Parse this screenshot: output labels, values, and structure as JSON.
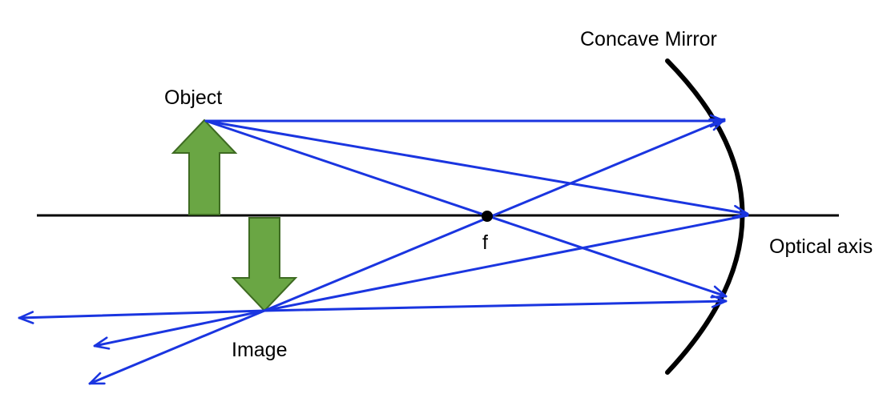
{
  "labels": {
    "mirror": "Concave Mirror",
    "object": "Object",
    "image": "Image",
    "focal_point": "f",
    "axis": "Optical axis"
  },
  "colors": {
    "rays": "#1a35e0",
    "arrows_fill": "#6aa644",
    "arrows_stroke": "#3e6b22",
    "mirror": "#000000",
    "axis": "#000000",
    "text": "#000000"
  }
}
